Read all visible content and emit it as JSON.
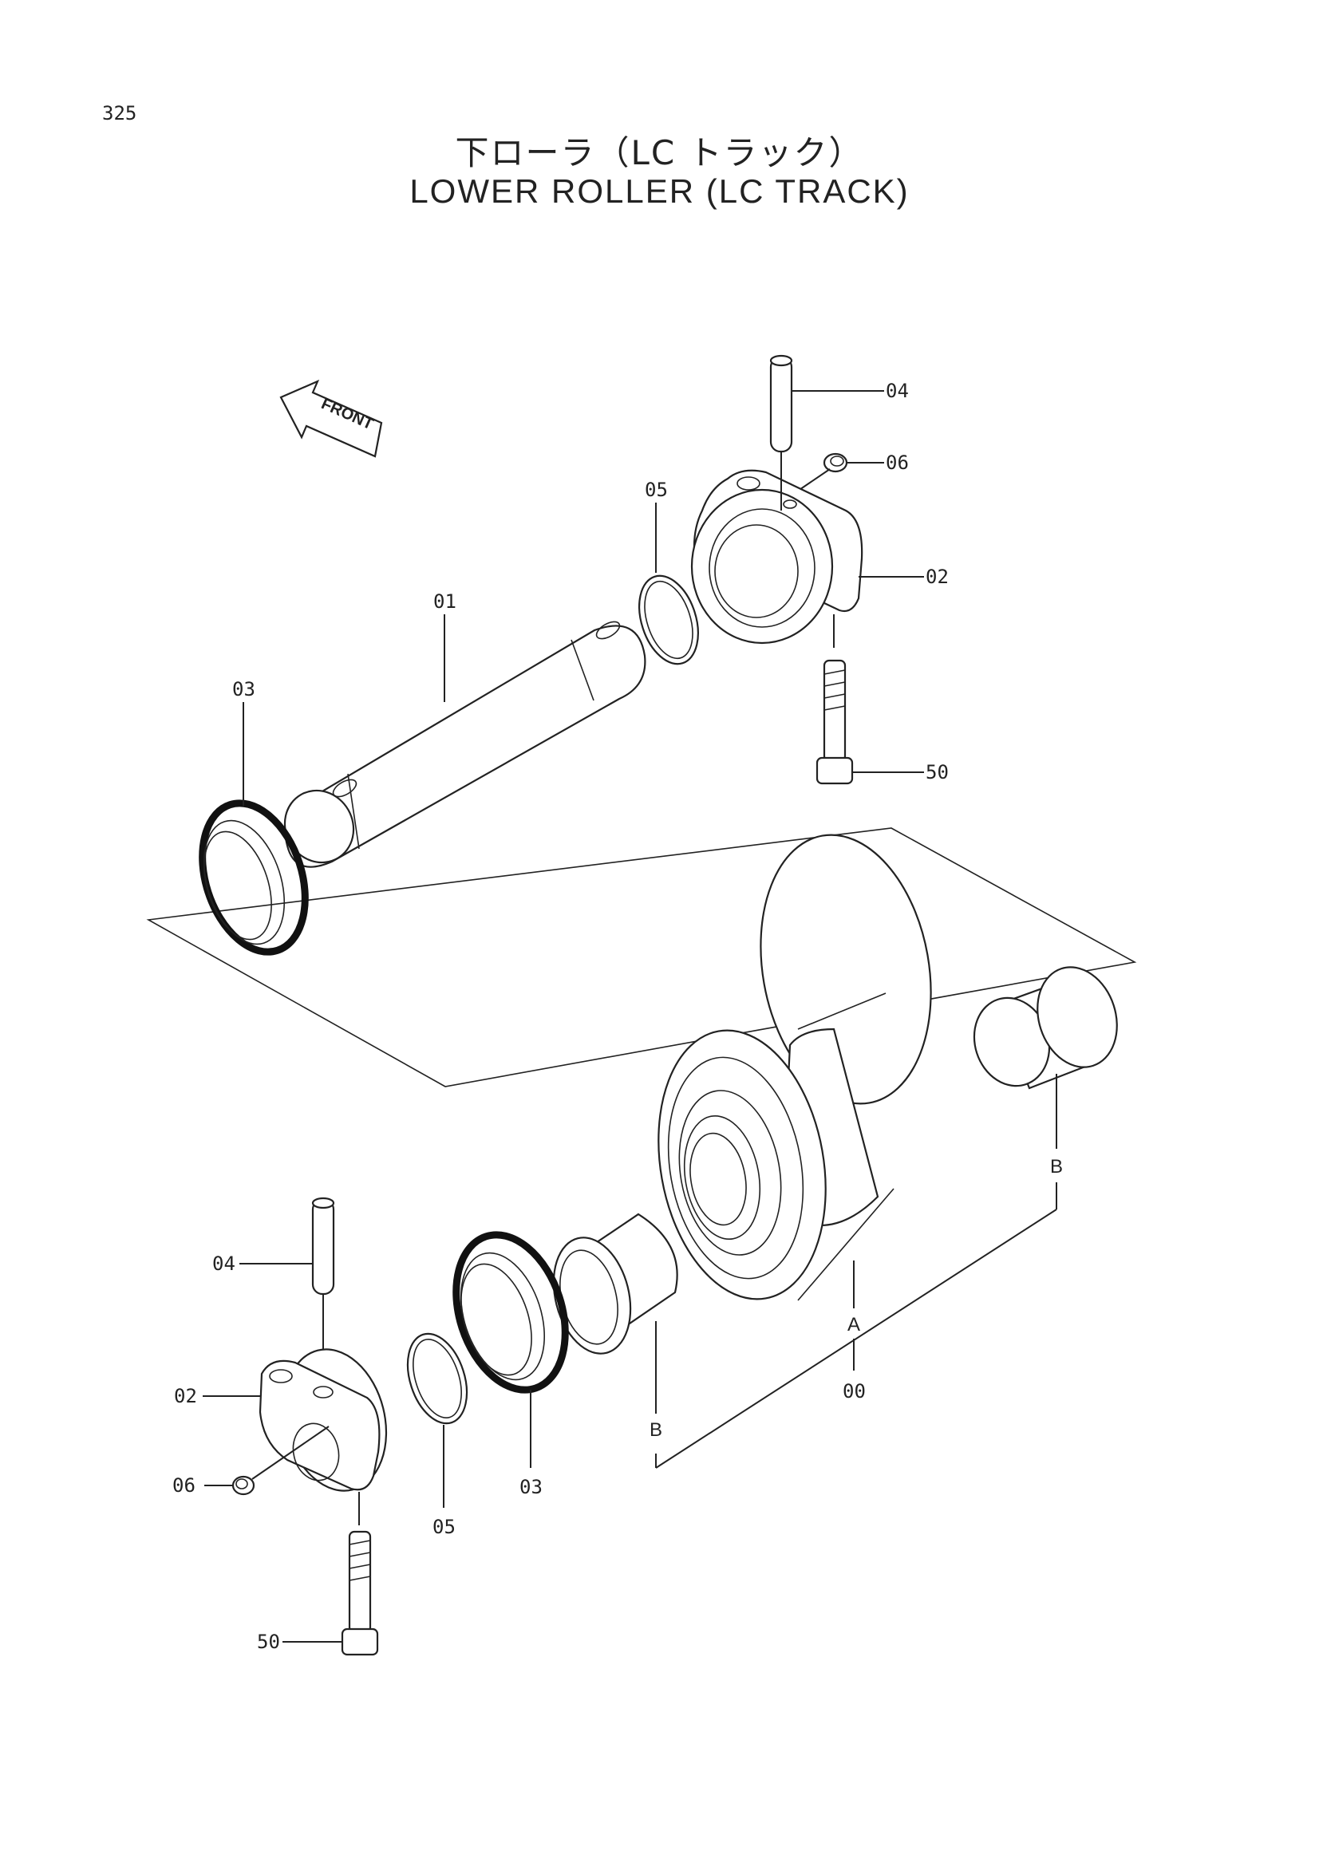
{
  "header": {
    "page_number": "325",
    "title_ja": "下ローラ（LC トラック）",
    "title_en": "LOWER ROLLER (LC TRACK)"
  },
  "front_arrow": {
    "label": "FRONT"
  },
  "callouts": {
    "upper": {
      "p04": "04",
      "p06": "06",
      "p05": "05",
      "p02": "02",
      "p01": "01",
      "p03": "03",
      "p50": "50"
    },
    "lower": {
      "p04": "04",
      "p02": "02",
      "p06": "06",
      "p05": "05",
      "p03": "03",
      "p50": "50",
      "p00": "00",
      "pA": "A",
      "pB_left": "B",
      "pB_right": "B"
    }
  },
  "colors": {
    "ink": "#222222",
    "paper": "#ffffff"
  }
}
